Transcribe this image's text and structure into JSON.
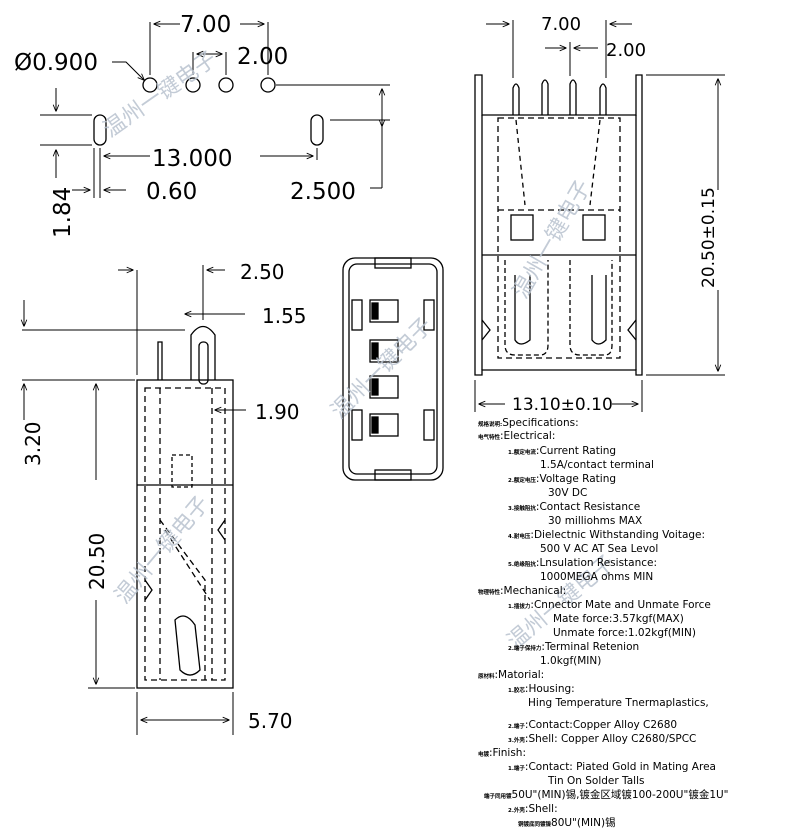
{
  "dimensions": {
    "top_left": {
      "pin_dia": "Ø0.900",
      "span_7": "7.00",
      "pitch_2": "2.00",
      "shell_span": "13.000",
      "tab_offset": "1.84",
      "tab_width": "0.60",
      "row_spacing": "2.500"
    },
    "top_right": {
      "span_7": "7.00",
      "pitch_2": "2.00",
      "height": "20.50±0.15",
      "width": "13.10±0.10"
    },
    "side": {
      "d1": "2.50",
      "d2": "1.55",
      "d3": "3.20",
      "d4": "1.90",
      "height": "20.50",
      "depth": "5.70"
    }
  },
  "watermark": "温州一键电子",
  "specifications": [
    {
      "cn": "规格说明:",
      "text": "Specifications:"
    },
    {
      "cn": "电气特性",
      "text": ":Electrical:"
    },
    {
      "cn": "1.额定电流",
      "text": ":Current  Rating"
    },
    {
      "cn": "",
      "text": "1.5A/contact  terminal"
    },
    {
      "cn": "2.额定电压",
      "text": ":Voltage  Rating"
    },
    {
      "cn": "",
      "text": "30V  DC"
    },
    {
      "cn": "3.接触阻抗",
      "text": ":Contact  Resistance"
    },
    {
      "cn": "",
      "text": "30  milliohms  MAX"
    },
    {
      "cn": "4.耐电压",
      "text": ":Dielectnic  Withstanding  Voitage:"
    },
    {
      "cn": "",
      "text": "500  V  AC  AT  Sea  Levol"
    },
    {
      "cn": "5.绝缘阻抗",
      "text": ":Lnsulation  Resistance:"
    },
    {
      "cn": "",
      "text": "1000MEGA  ohms  MIN"
    },
    {
      "cn": "物理特性",
      "text": ":Mechanical:"
    },
    {
      "cn": "1.插拔力",
      "text": ":Cnnector  Mate  and  Unmate  Force"
    },
    {
      "cn": "",
      "text": "Mate  force:3.57kgf(MAX)"
    },
    {
      "cn": "",
      "text": "Unmate  force:1.02kgf(MIN)"
    },
    {
      "cn": "2.端子保持力",
      "text": ":Terminal  Retenion"
    },
    {
      "cn": "",
      "text": "1.0kgf(MIN)"
    },
    {
      "cn": "原材料",
      "text": ":Matorial:"
    },
    {
      "cn": "1.胶芯",
      "text": ":Housing:"
    },
    {
      "cn": "",
      "text": "Hing  Temperature    Tnermaplastics,"
    },
    {
      "cn": "2.端子",
      "text": ":Contact:Copper  Alloy  C2680"
    },
    {
      "cn": "3.外壳",
      "text": ":Shell:  Copper  Alloy  C2680/SPCC"
    },
    {
      "cn": "电镀",
      "text": ":Finish:"
    },
    {
      "cn": "1.端子",
      "text": ":Contact:  Piated  Gold  in  Mating  Area"
    },
    {
      "cn": "",
      "text": "Tin  On  Solder  Talls"
    },
    {
      "cn": "端子同用镀",
      "text": "50U\"(MIN)锡,镀金区域镀100-200U\"镀金1U\""
    },
    {
      "cn": "2.外壳",
      "text": ":Shell:"
    },
    {
      "cn": "铜镀底同镀镍",
      "text": "80U\"(MIN)锡"
    }
  ],
  "colors": {
    "line": "#000000",
    "watermark": "#b9c3cf"
  }
}
